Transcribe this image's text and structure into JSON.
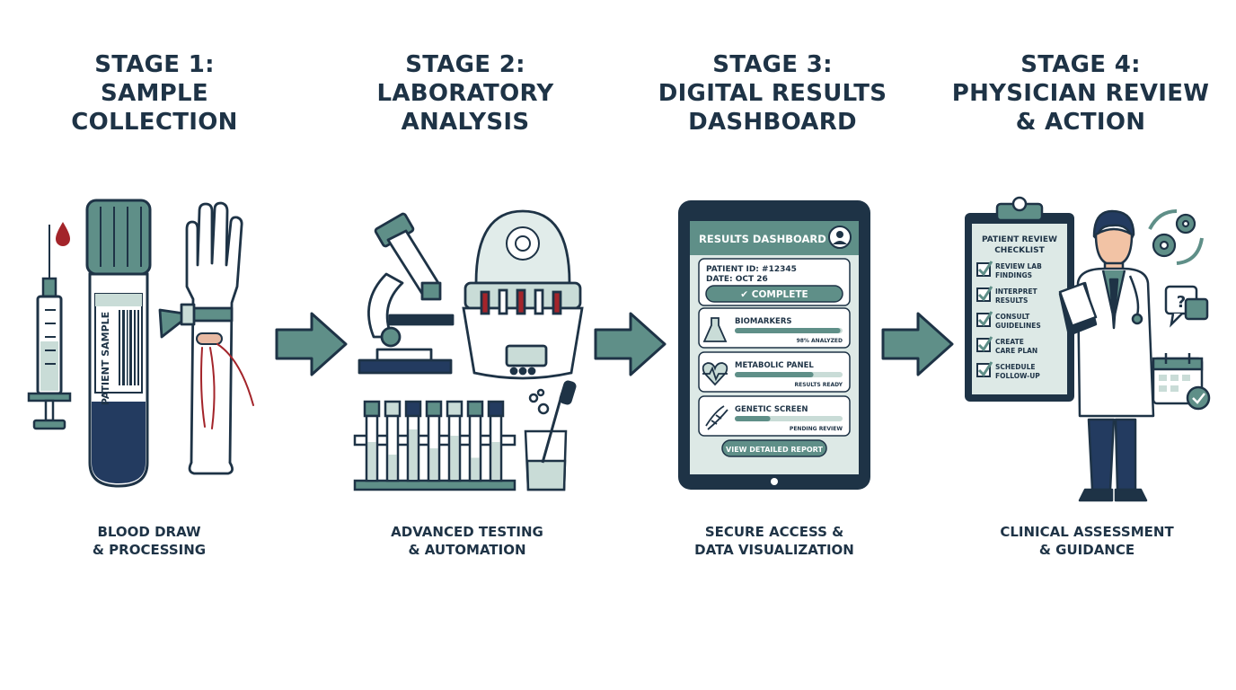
{
  "stages": [
    {
      "title_line1": "STAGE 1:",
      "title_line2": "SAMPLE",
      "title_line3": "COLLECTION",
      "caption_line1": "BLOOD DRAW",
      "caption_line2": "& PROCESSING"
    },
    {
      "title_line1": "STAGE 2:",
      "title_line2": "LABORATORY",
      "title_line3": "ANALYSIS",
      "caption_line1": "ADVANCED TESTING",
      "caption_line2": "& AUTOMATION"
    },
    {
      "title_line1": "STAGE 3:",
      "title_line2": "DIGITAL RESULTS",
      "title_line3": "DASHBOARD",
      "caption_line1": "SECURE ACCESS &",
      "caption_line2": "DATA VISUALIZATION"
    },
    {
      "title_line1": "STAGE 4:",
      "title_line2": "PHYSICIAN REVIEW",
      "title_line3": "& ACTION",
      "caption_line1": "CLINICAL ASSESSMENT",
      "caption_line2": "& GUIDANCE"
    }
  ],
  "tube_label": "PATIENT SAMPLE",
  "dashboard": {
    "header": "RESULTS DASHBOARD",
    "patient_id": "PATIENT ID: #12345",
    "date": "DATE: OCT 26",
    "status": "✔ COMPLETE",
    "panels": [
      {
        "name": "BIOMARKERS",
        "status": "98% ANALYZED",
        "progress": 0.98
      },
      {
        "name": "METABOLIC PANEL",
        "status": "RESULTS READY",
        "progress": 0.73
      },
      {
        "name": "GENETIC SCREEN",
        "status": "PENDING REVIEW",
        "progress": 0.33
      }
    ],
    "button": "VIEW DETAILED REPORT"
  },
  "checklist": {
    "title_line1": "PATIENT REVIEW",
    "title_line2": "CHECKLIST",
    "items": [
      {
        "line1": "REVIEW LAB",
        "line2": "FINDINGS"
      },
      {
        "line1": "INTERPRET",
        "line2": "RESULTS"
      },
      {
        "line1": "CONSULT",
        "line2": "GUIDELINES"
      },
      {
        "line1": "CREATE",
        "line2": "CARE PLAN"
      },
      {
        "line1": "SCHEDULE",
        "line2": "FOLLOW-UP"
      }
    ]
  },
  "question_glyph": "?",
  "colors": {
    "navy": "#1e3346",
    "teal": "#5f8f88",
    "light_teal": "#c9dcd7",
    "red": "#a3242a"
  }
}
